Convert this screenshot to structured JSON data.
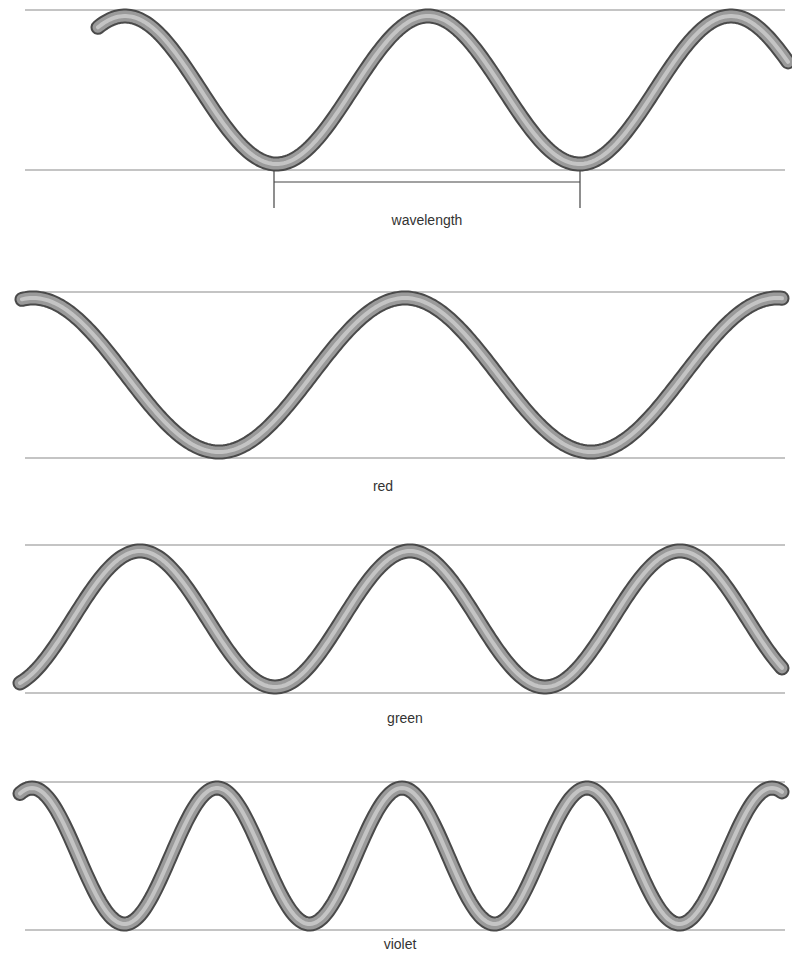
{
  "diagram": {
    "labels": [
      "wavelength",
      "red",
      "green",
      "violet"
    ]
  }
}
